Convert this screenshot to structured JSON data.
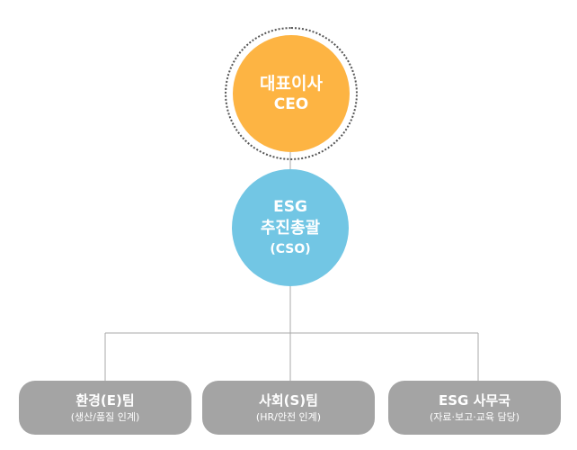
{
  "colors": {
    "ceo": "#FDB443",
    "cso": "#72C6E4",
    "team": "#A4A4A4",
    "line": "#A8A8A8"
  },
  "ceo": {
    "title": "대표이사",
    "subtitle": "CEO"
  },
  "cso": {
    "line1": "ESG",
    "line2": "추진총괄",
    "line3": "(CSO)"
  },
  "teams": [
    {
      "name": "환경(E)팀",
      "desc": "(생산/품질 인계)"
    },
    {
      "name": "사회(S)팀",
      "desc": "(HR/안전 인계)"
    },
    {
      "name": "ESG 사무국",
      "desc": "(자료·보고·교육 담당)"
    }
  ]
}
